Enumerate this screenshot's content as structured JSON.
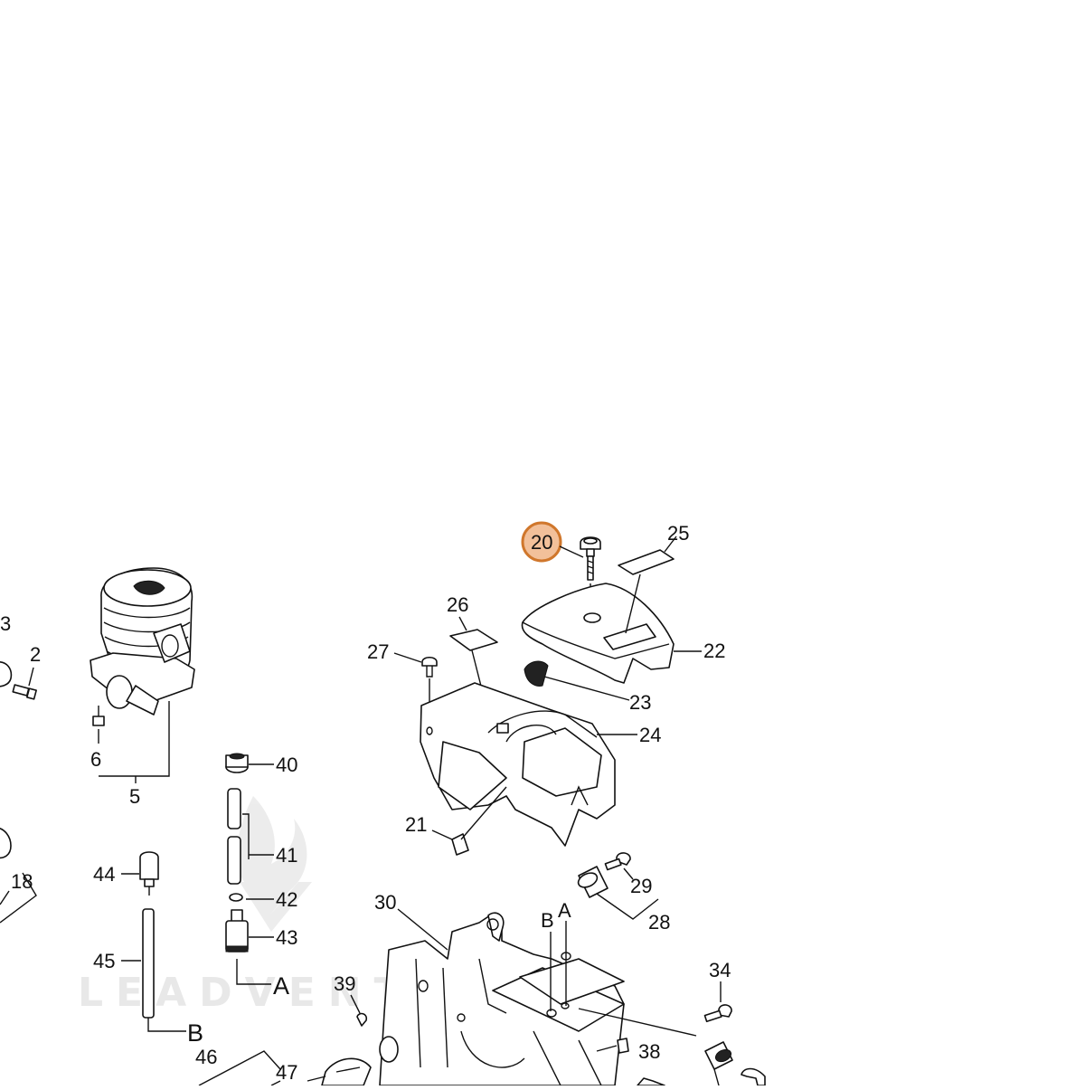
{
  "diagram": {
    "watermark": "LEADVENTU",
    "highlight_color": "#f2c09a",
    "highlight_stroke": "#d0772c",
    "labels": {
      "p2": "2",
      "p3": "3",
      "p5": "5",
      "p6": "6",
      "p18": "18",
      "p20": "20",
      "p21": "21",
      "p22": "22",
      "p23": "23",
      "p24": "24",
      "p25": "25",
      "p26": "26",
      "p27": "27",
      "p28": "28",
      "p29": "29",
      "p30": "30",
      "p34": "34",
      "p38": "38",
      "p39": "39",
      "p40": "40",
      "p41": "41",
      "p42": "42",
      "p43": "43",
      "p44": "44",
      "p45": "45",
      "p46": "46",
      "p47": "47"
    },
    "refs": {
      "a1": "A",
      "a2": "A",
      "b1": "B",
      "b2": "B"
    }
  }
}
